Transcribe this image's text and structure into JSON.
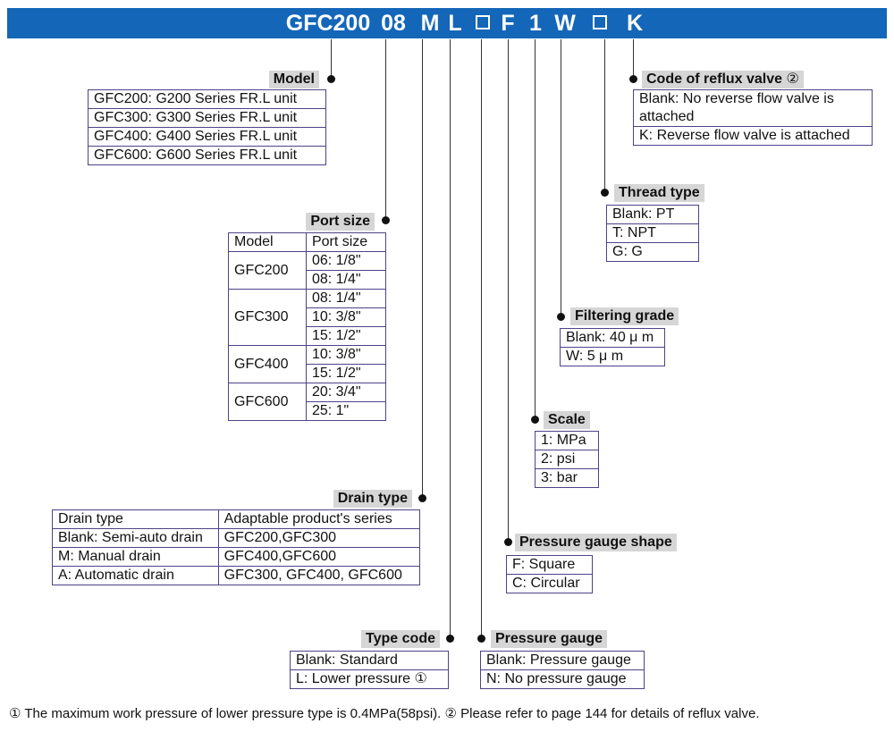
{
  "code": {
    "segments": [
      "GFC200",
      "08",
      "M",
      "L",
      "F",
      "1",
      "W",
      "K"
    ]
  },
  "model": {
    "title": "Model",
    "rows": [
      "GFC200: G200 Series FR.L unit",
      "GFC300: G300 Series FR.L unit",
      "GFC400: G400 Series FR.L unit",
      "GFC600: G600 Series FR.L unit"
    ]
  },
  "port_size": {
    "title": "Port size",
    "headers": [
      "Model",
      "Port size"
    ],
    "groups": [
      {
        "model": "GFC200",
        "sizes": [
          "06: 1/8\"",
          "08: 1/4\""
        ]
      },
      {
        "model": "GFC300",
        "sizes": [
          "08: 1/4\"",
          "10: 3/8\"",
          "15: 1/2\""
        ]
      },
      {
        "model": "GFC400",
        "sizes": [
          "10: 3/8\"",
          "15: 1/2\""
        ]
      },
      {
        "model": "GFC600",
        "sizes": [
          "20: 3/4\"",
          "25: 1\""
        ]
      }
    ]
  },
  "drain_type": {
    "title": "Drain type",
    "headers": [
      "Drain type",
      "Adaptable product's series"
    ],
    "rows": [
      [
        "Blank: Semi-auto drain",
        "GFC200,GFC300"
      ],
      [
        "M: Manual drain",
        "GFC400,GFC600"
      ],
      [
        "A: Automatic drain",
        "GFC300, GFC400, GFC600"
      ]
    ]
  },
  "type_code": {
    "title": "Type code",
    "rows": [
      "Blank: Standard",
      "L: Lower pressure"
    ],
    "note_mark": "①"
  },
  "pressure_gauge": {
    "title": "Pressure gauge",
    "rows": [
      "Blank: Pressure gauge",
      "N: No pressure gauge"
    ]
  },
  "gauge_shape": {
    "title": "Pressure gauge shape",
    "rows": [
      "F: Square",
      "C: Circular"
    ]
  },
  "scale": {
    "title": "Scale",
    "rows": [
      "1: MPa",
      "2: psi",
      "3: bar"
    ]
  },
  "filtering": {
    "title": "Filtering grade",
    "rows": [
      "Blank: 40 μ m",
      "W: 5 μ m"
    ]
  },
  "thread": {
    "title": "Thread type",
    "rows": [
      "Blank: PT",
      "T: NPT",
      "G: G"
    ]
  },
  "reflux": {
    "title": "Code of reflux valve",
    "note_mark": "②",
    "rows": [
      "Blank: No reverse flow valve is attached",
      "K: Reverse flow valve is attached"
    ]
  },
  "footnote": "① The maximum work pressure of lower pressure type is 0.4MPa(58psi).  ② Please refer to page 144 for details of reflux valve."
}
